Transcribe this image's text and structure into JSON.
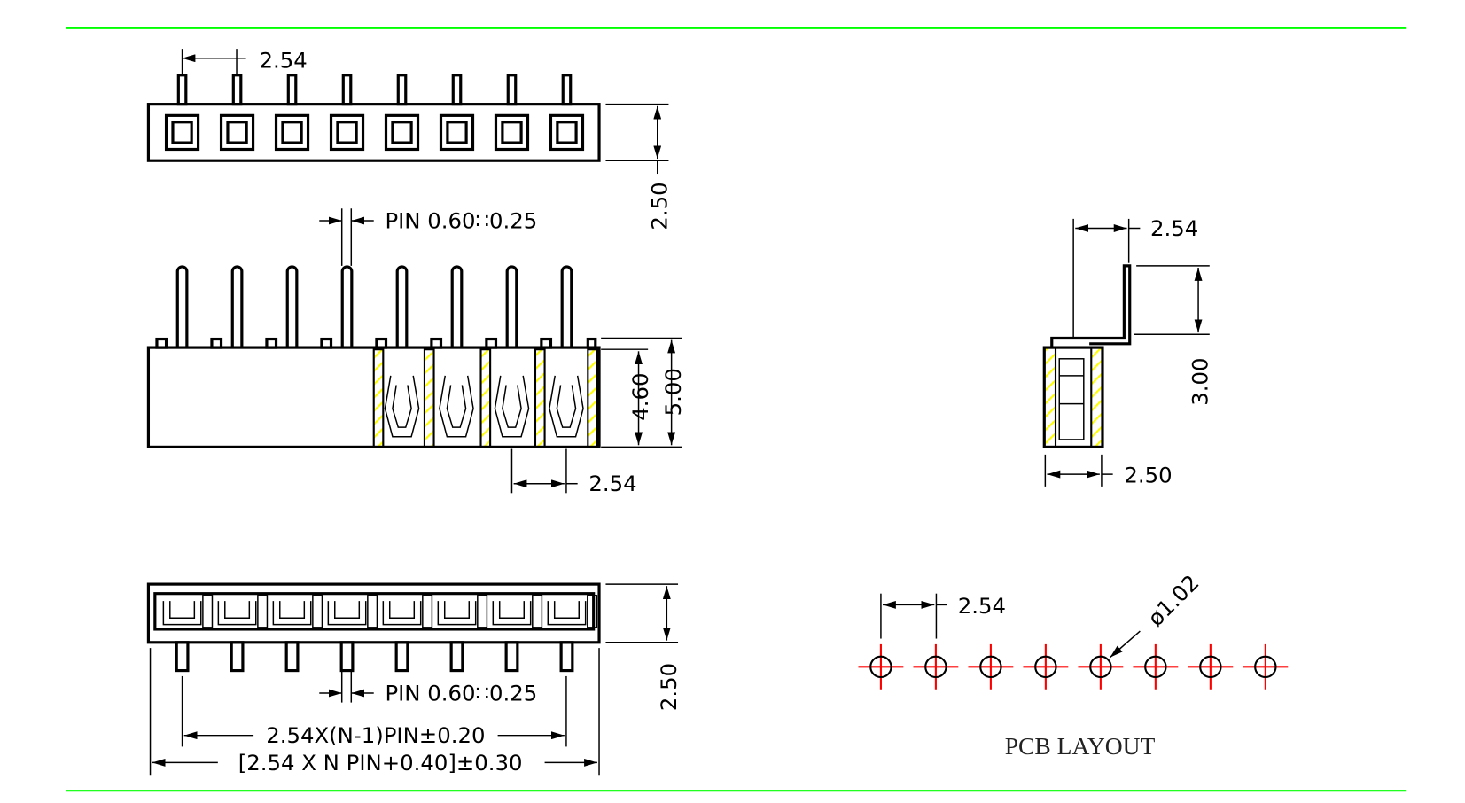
{
  "colors": {
    "frame": "#00ff00",
    "hatch": "#ffff00",
    "pcb_cross": "#ff0000",
    "line": "#000000"
  },
  "pin_count": 8,
  "top_view": {
    "pitch_label": "2.54",
    "height_label": "2.50"
  },
  "side_view": {
    "pin_label": "PIN  0.60∷0.25",
    "height_inner_label": "4.60",
    "height_total_label": "5.00",
    "pitch_label": "2.54"
  },
  "end_view": {
    "pitch_label": "2.54",
    "pin_height_label": "3.00",
    "width_label": "2.50"
  },
  "bottom_view": {
    "height_label": "2.50",
    "pin_label": "PIN  0.60∷0.25",
    "span_label": "2.54X(N-1)PIN±0.20",
    "length_label": "[2.54  X  N  PIN+0.40]±0.30"
  },
  "pcb_layout": {
    "pitch_label": "2.54",
    "hole_label": "ø1.02",
    "title": "PCB  LAYOUT"
  }
}
